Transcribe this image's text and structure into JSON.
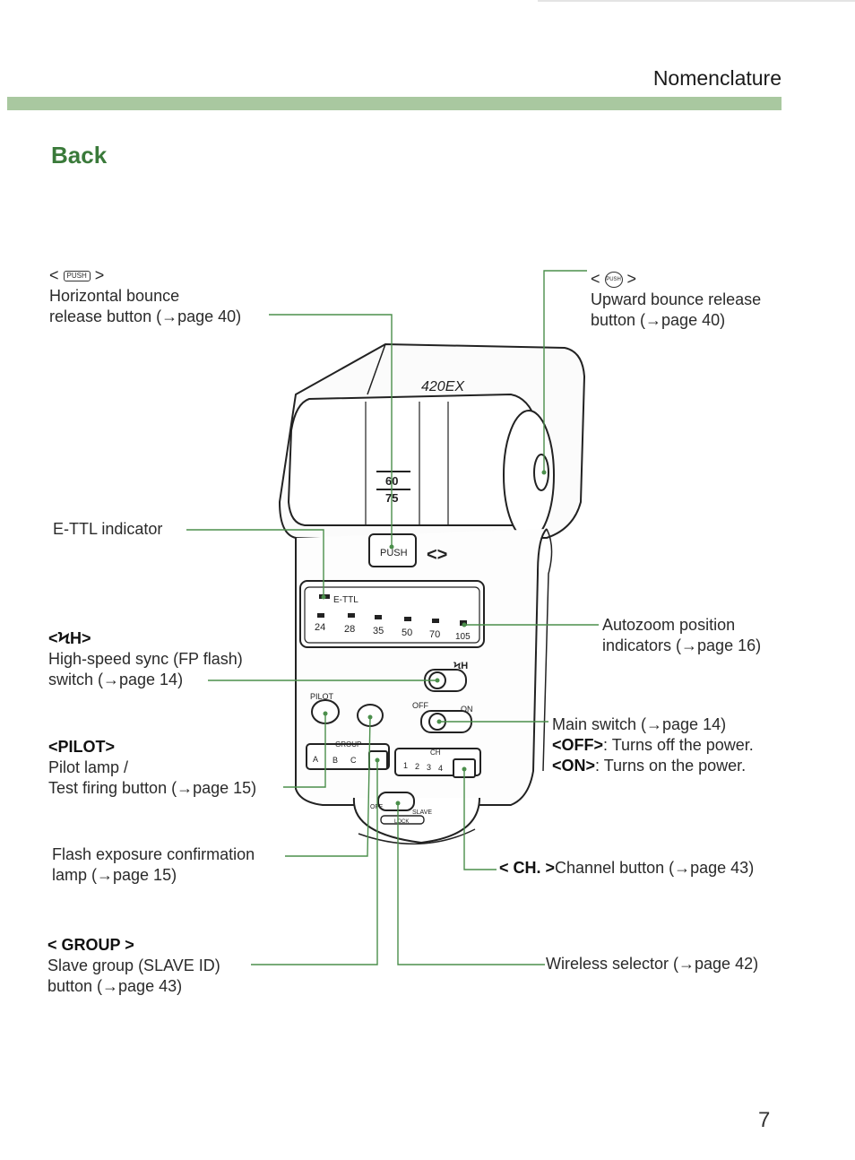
{
  "header": {
    "title": "Nomenclature"
  },
  "section": {
    "title": "Back"
  },
  "page_number": "7",
  "device": {
    "model_text": "420EX",
    "zoom_scale": [
      "60",
      "75"
    ],
    "push_label": "PUSH",
    "ettl_label": "E-TTL",
    "zoom_positions": [
      "24",
      "28",
      "35",
      "50",
      "70",
      "105"
    ],
    "pilot_label": "PILOT",
    "off_label": "OFF",
    "on_label": "ON",
    "group_label": "GROUP",
    "group_letters": [
      "A",
      "B",
      "C"
    ],
    "ch_label": "CH",
    "ch_numbers": [
      "1",
      "2",
      "3",
      "4"
    ],
    "wireless_off": "OFF",
    "wireless_slave": "SLAVE",
    "lock_label": "LOCK"
  },
  "labels": {
    "horizontal_bounce": {
      "symbol_open": "<",
      "symbol_close": ">",
      "icon_text": "PUSH",
      "line1": "Horizontal bounce",
      "line2": "release button (→page 40)"
    },
    "upward_bounce": {
      "symbol_open": "<",
      "symbol_close": ">",
      "icon_text": "PUSH",
      "line1": "Upward bounce release",
      "line2": "button (→page 40)"
    },
    "ettl": {
      "line1": "E-TTL indicator"
    },
    "highspeed": {
      "symbol": "<ϞH>",
      "line1": "High-speed sync (FP flash)",
      "line2": "switch (→page 14)"
    },
    "pilot": {
      "symbol": "<PILOT>",
      "line1": "Pilot lamp /",
      "line2": "Test firing button (→page 15)"
    },
    "flash_confirm": {
      "line1": "Flash exposure confirmation",
      "line2": "lamp (→page 15)"
    },
    "group": {
      "symbol": "< GROUP >",
      "line1": "Slave group (SLAVE ID)",
      "line2": "button (→page 43)"
    },
    "autozoom": {
      "line1": "Autozoom position",
      "line2": "indicators (→page 16)"
    },
    "main_switch": {
      "line1": "Main switch (→page 14)",
      "off_sym": "<OFF>",
      "off_text": ": Turns off the power.",
      "on_sym": "<ON>",
      "on_text": ": Turns on the power."
    },
    "channel": {
      "symbol": "< CH. >",
      "text": "Channel button (→page 43)"
    },
    "wireless": {
      "text": "Wireless selector (→page 42)"
    }
  },
  "colors": {
    "accent_green": "#3a7a3a",
    "band_green": "#a9c8a0",
    "leader_green": "#4b8f4b"
  }
}
